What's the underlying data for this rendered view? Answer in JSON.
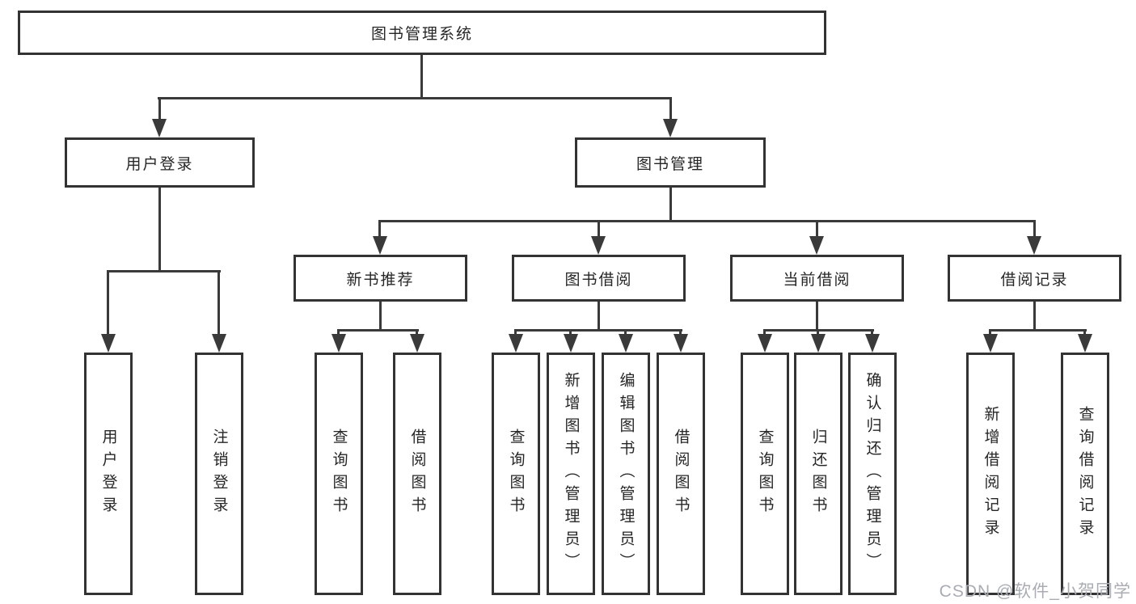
{
  "tree": {
    "root": {
      "label": "图书管理系统"
    },
    "branches": [
      {
        "label": "用户登录",
        "children": [
          {
            "label": "用户登录"
          },
          {
            "label": "注销登录"
          }
        ]
      },
      {
        "label": "图书管理",
        "children": [
          {
            "label": "新书推荐",
            "children": [
              {
                "label": "查询图书"
              },
              {
                "label": "借阅图书"
              }
            ]
          },
          {
            "label": "图书借阅",
            "children": [
              {
                "label": "查询图书"
              },
              {
                "label": "新增图书（管理员）"
              },
              {
                "label": "编辑图书（管理员）"
              },
              {
                "label": "借阅图书"
              }
            ]
          },
          {
            "label": "当前借阅",
            "children": [
              {
                "label": "查询图书"
              },
              {
                "label": "归还图书"
              },
              {
                "label": "确认归还（管理员）"
              }
            ]
          },
          {
            "label": "借阅记录",
            "children": [
              {
                "label": "新增借阅记录"
              },
              {
                "label": "查询借阅记录"
              }
            ]
          }
        ]
      }
    ]
  },
  "watermark": {
    "text": "CSDN @软件_小贺同学",
    "color": "#a9adb3"
  },
  "colors": {
    "line": "#3a3a3a",
    "border": "#333333",
    "text": "#262626",
    "background": "#ffffff"
  }
}
